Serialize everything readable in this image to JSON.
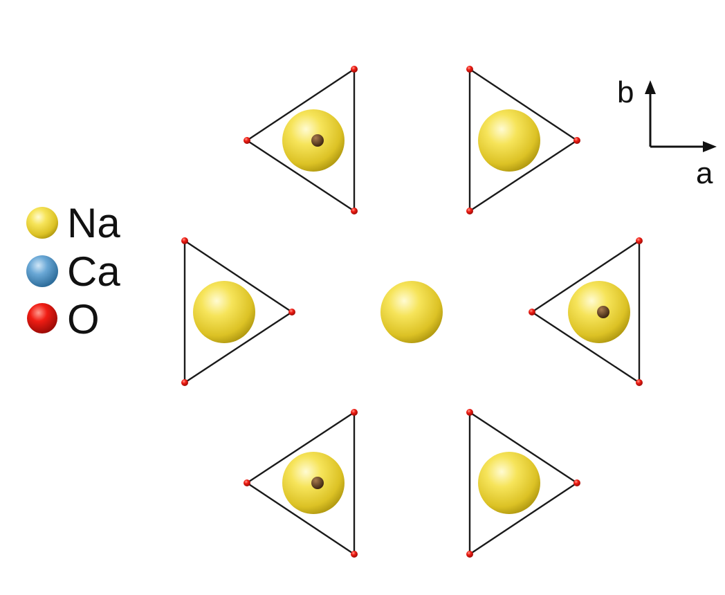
{
  "legend": {
    "items": [
      {
        "label": "Na",
        "color": "#f2dc3a"
      },
      {
        "label": "Ca",
        "color": "#4f93c4"
      },
      {
        "label": "O",
        "color": "#e0140f"
      }
    ]
  },
  "axes": {
    "b_label": "b",
    "a_label": "a"
  },
  "structure": {
    "central_atom": "Na",
    "units": [
      {
        "name": "top-left",
        "center_atom": "Na",
        "has_inner_dot": true
      },
      {
        "name": "top-right",
        "center_atom": "Na",
        "has_inner_dot": false
      },
      {
        "name": "middle-left",
        "center_atom": "Na",
        "has_inner_dot": false
      },
      {
        "name": "middle-right",
        "center_atom": "Na",
        "has_inner_dot": true
      },
      {
        "name": "bottom-left",
        "center_atom": "Na",
        "has_inner_dot": true
      },
      {
        "name": "bottom-right",
        "center_atom": "Na",
        "has_inner_dot": false
      }
    ],
    "colors": {
      "na": "#f2dc3a",
      "o": "#e0140f",
      "dot": "#5a3a1c",
      "edge": "#1a1a1a"
    }
  }
}
